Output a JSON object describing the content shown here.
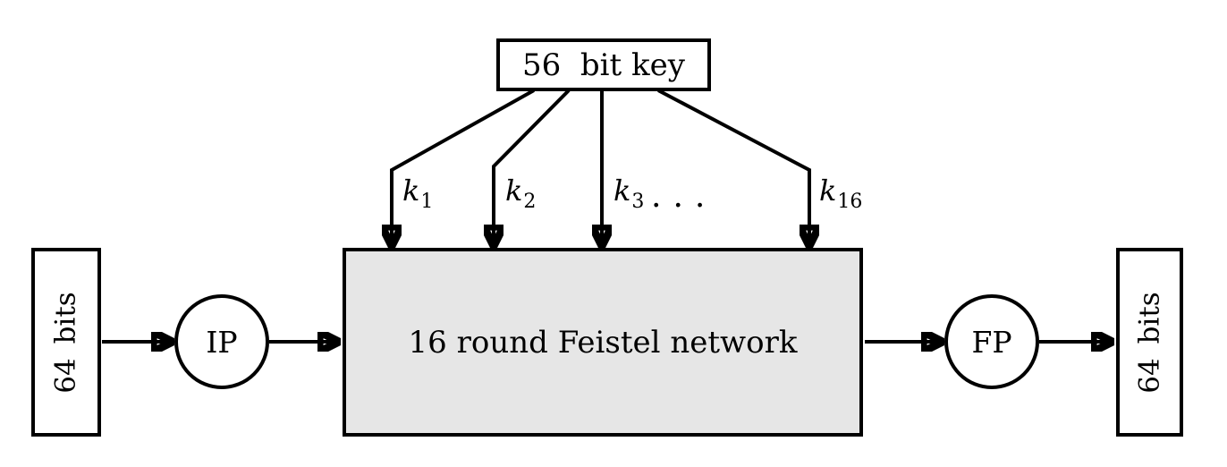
{
  "key_box": {
    "label": "56  bit key"
  },
  "feistel_box": {
    "label": "16 round Feistel network"
  },
  "input_box": {
    "label": "64 bits"
  },
  "output_box": {
    "label": "64 bits"
  },
  "ip_node": {
    "label": "IP"
  },
  "fp_node": {
    "label": "FP"
  },
  "subkeys": [
    {
      "base": "k",
      "sub": "1"
    },
    {
      "base": "k",
      "sub": "2"
    },
    {
      "base": "k",
      "sub": "3"
    },
    {
      "base": "k",
      "sub": "16"
    }
  ],
  "ellipsis": "...",
  "colors": {
    "line": "#000000",
    "feistel_fill": "#e6e6e6",
    "background": "#ffffff"
  }
}
